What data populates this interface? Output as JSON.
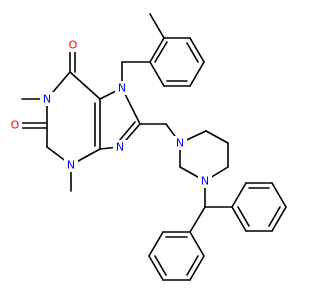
{
  "molecule": {
    "colors": {
      "bond": "#000000",
      "carbon": "#000000",
      "nitrogen": "#0000ff",
      "oxygen": "#ff0000",
      "background": "#ffffff"
    },
    "atoms": {
      "o_top": "O",
      "o_left": "O",
      "n1": "N",
      "n3": "N",
      "n7": "N",
      "n9": "N",
      "pip_n_top": "N",
      "pip_n_bottom": "N"
    }
  }
}
